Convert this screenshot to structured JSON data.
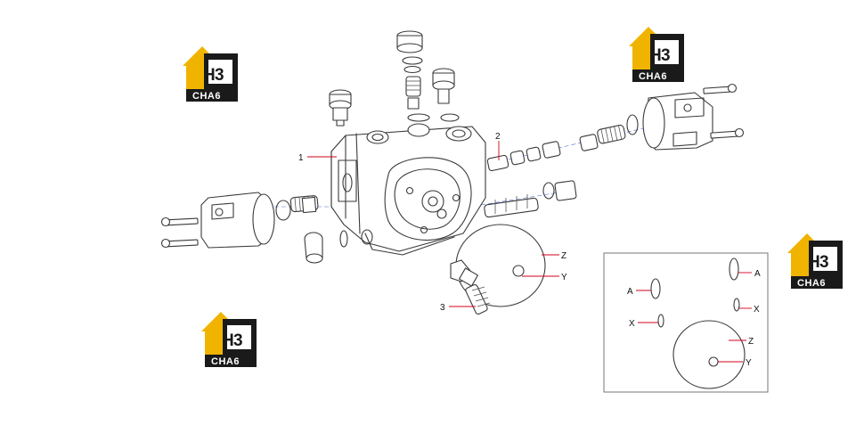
{
  "diagram": {
    "callouts": {
      "part_1": "1",
      "part_2": "2",
      "part_3": "3",
      "z": "Z",
      "y": "Y"
    },
    "detail_inset": {
      "labels": {
        "a_left": "A",
        "a_right": "A",
        "x_left": "X",
        "x_right": "X",
        "z": "Z",
        "y": "Y"
      }
    },
    "watermark": {
      "mark_h": "H",
      "mark_3": "3",
      "name": "CHA6",
      "colors": {
        "gold": "#f0b400",
        "dark": "#1a1a1a",
        "white": "#ffffff"
      }
    },
    "colors": {
      "line": "#3a3a3a",
      "leader": "#d0021b",
      "frame": "#777777"
    }
  }
}
